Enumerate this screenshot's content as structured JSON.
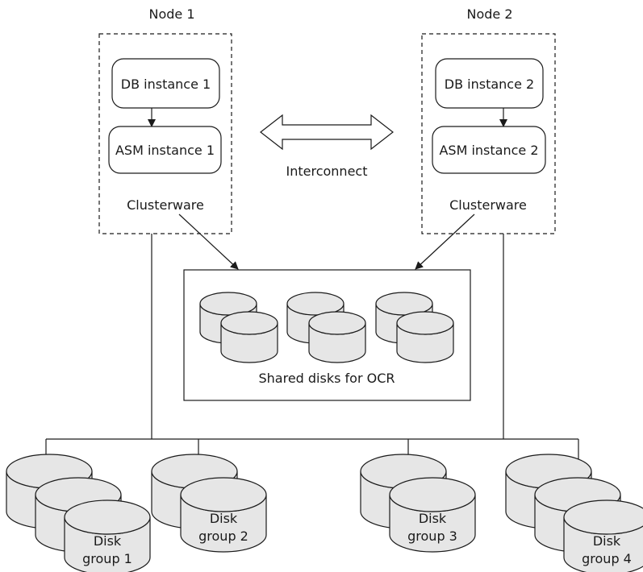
{
  "nodes": [
    {
      "title": "Node 1",
      "db": "DB instance 1",
      "asm": "ASM instance 1",
      "clusterware": "Clusterware"
    },
    {
      "title": "Node 2",
      "db": "DB instance 2",
      "asm": "ASM instance 2",
      "clusterware": "Clusterware"
    }
  ],
  "interconnect": "Interconnect",
  "shared_disks": "Shared disks for OCR",
  "disk_groups": [
    {
      "line1": "Disk",
      "line2": "group 1"
    },
    {
      "line1": "Disk",
      "line2": "group 2"
    },
    {
      "line1": "Disk",
      "line2": "group 3"
    },
    {
      "line1": "Disk",
      "line2": "group 4"
    }
  ]
}
